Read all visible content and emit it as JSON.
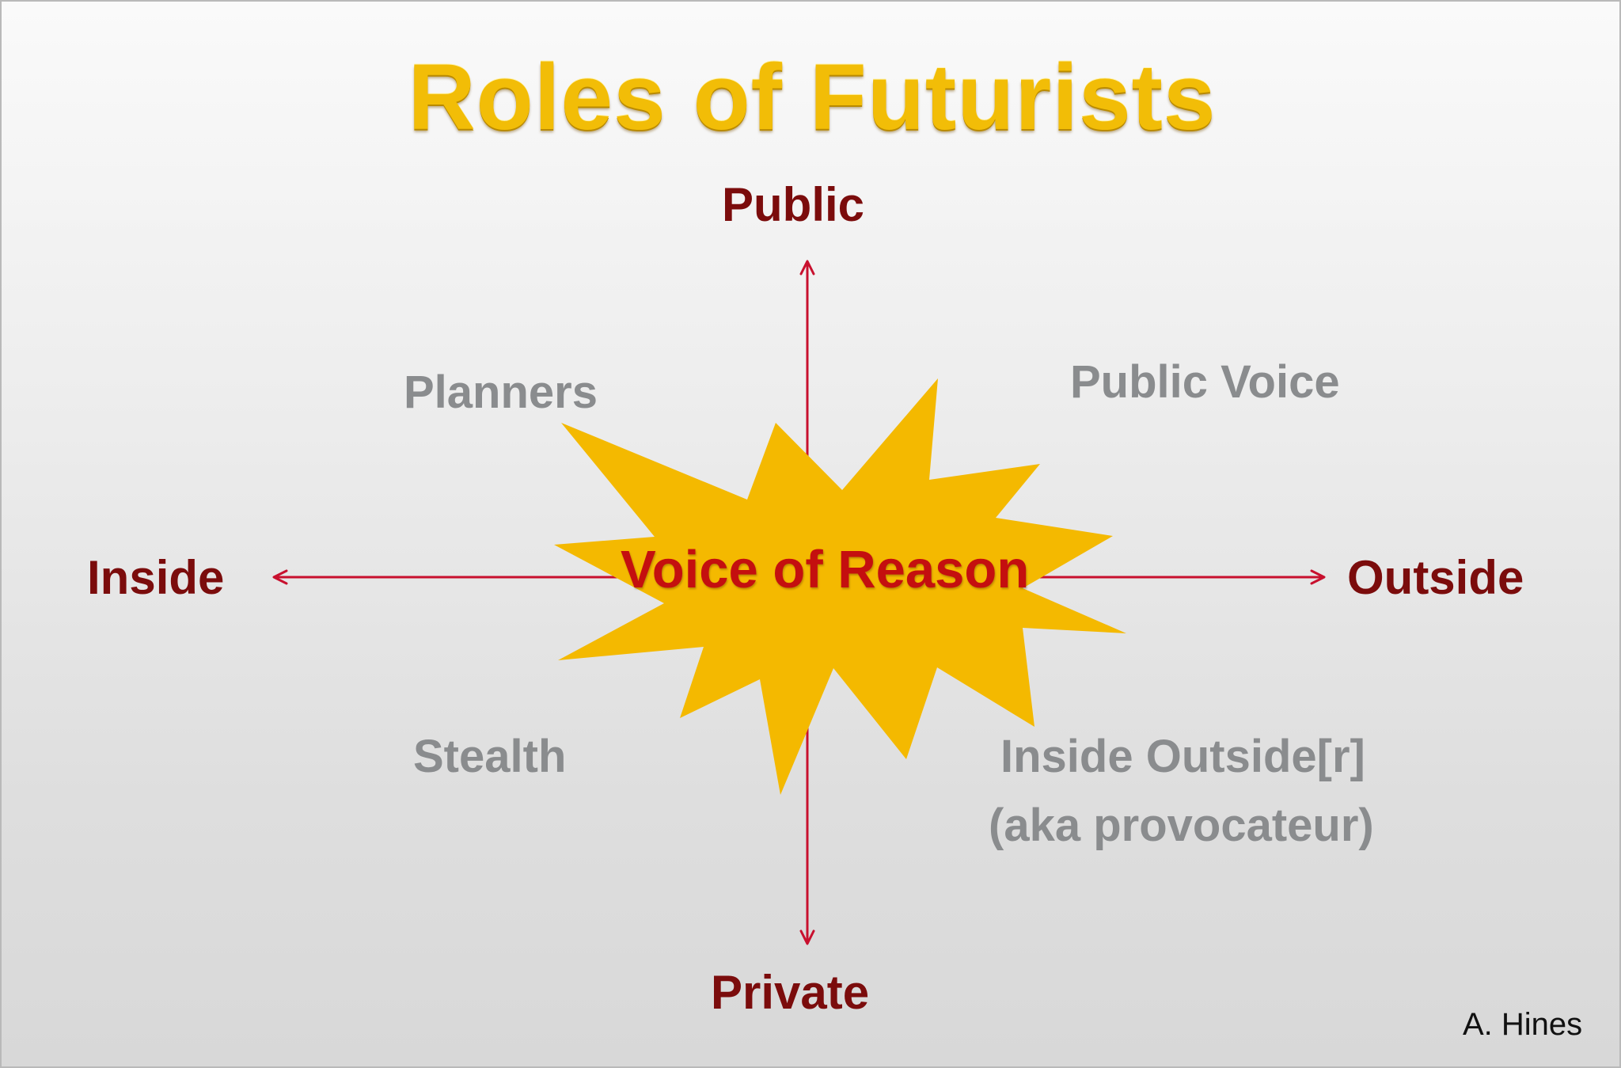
{
  "title": "Roles of Futurists",
  "axes": {
    "top": "Public",
    "bottom": "Private",
    "left": "Inside",
    "right": "Outside"
  },
  "quadrants": {
    "top_left": "Planners",
    "top_right": "Public Voice",
    "bottom_left": "Stealth",
    "bottom_right_line1": "Inside Outside[r]",
    "bottom_right_line2": "(aka provocateur)"
  },
  "center": "Voice of Reason",
  "author": "A. Hines",
  "colors": {
    "title": "#f2bd07",
    "axis_label": "#7b0c0c",
    "arrow": "#c8102e",
    "starburst": "#f4b900",
    "center_text": "#c40f0f",
    "role_text": "#8a8c8e"
  }
}
